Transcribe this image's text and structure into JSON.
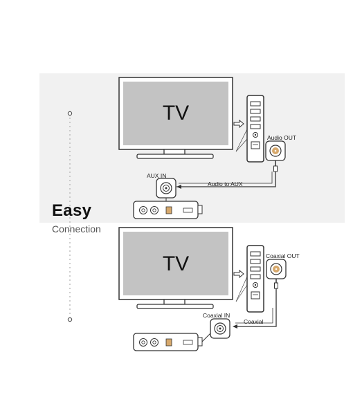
{
  "heading": {
    "title": "Easy",
    "subtitle": "Connection"
  },
  "colors": {
    "panel_background": "#f1f1f1",
    "tv_screen": "#c3c3c3",
    "line": "#333333",
    "connector_gold": "#d6a86c"
  },
  "diagrams": [
    {
      "tv_label": "TV",
      "output_label": "Audio OUT",
      "cable_label": "Audio to AUX",
      "input_label": "AUX IN"
    },
    {
      "tv_label": "TV",
      "output_label": "Coaxial OUT",
      "cable_label": "Coaxial",
      "input_label": "Coaxial IN"
    }
  ]
}
